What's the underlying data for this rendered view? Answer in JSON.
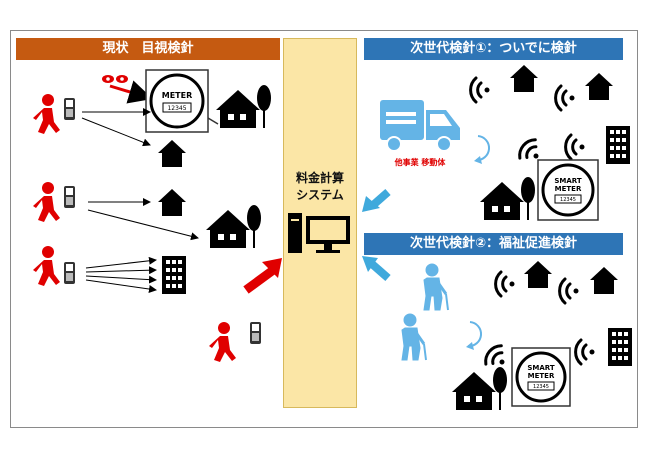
{
  "left_panel": {
    "title": "現状　目視検針",
    "meter_label": "METER",
    "meter_number": "12345"
  },
  "center": {
    "line1": "料金計算",
    "line2": "システム"
  },
  "right_top": {
    "title": "次世代検針①：ついでに検針",
    "vehicle_caption": "他事業 移動体",
    "meter_label_1": "SMART",
    "meter_label_2": "METER",
    "meter_number": "12345"
  },
  "right_bottom": {
    "title": "次世代検針②：福祉促進検針",
    "meter_label_1": "SMART",
    "meter_label_2": "METER",
    "meter_number": "12345"
  },
  "colors": {
    "orange": "#c55a11",
    "blue": "#2e75b6",
    "light_blue": "#3fa9dc",
    "red": "#e00000",
    "center_fill": "#fbe6a6",
    "icon_blue": "#64b4e6"
  }
}
